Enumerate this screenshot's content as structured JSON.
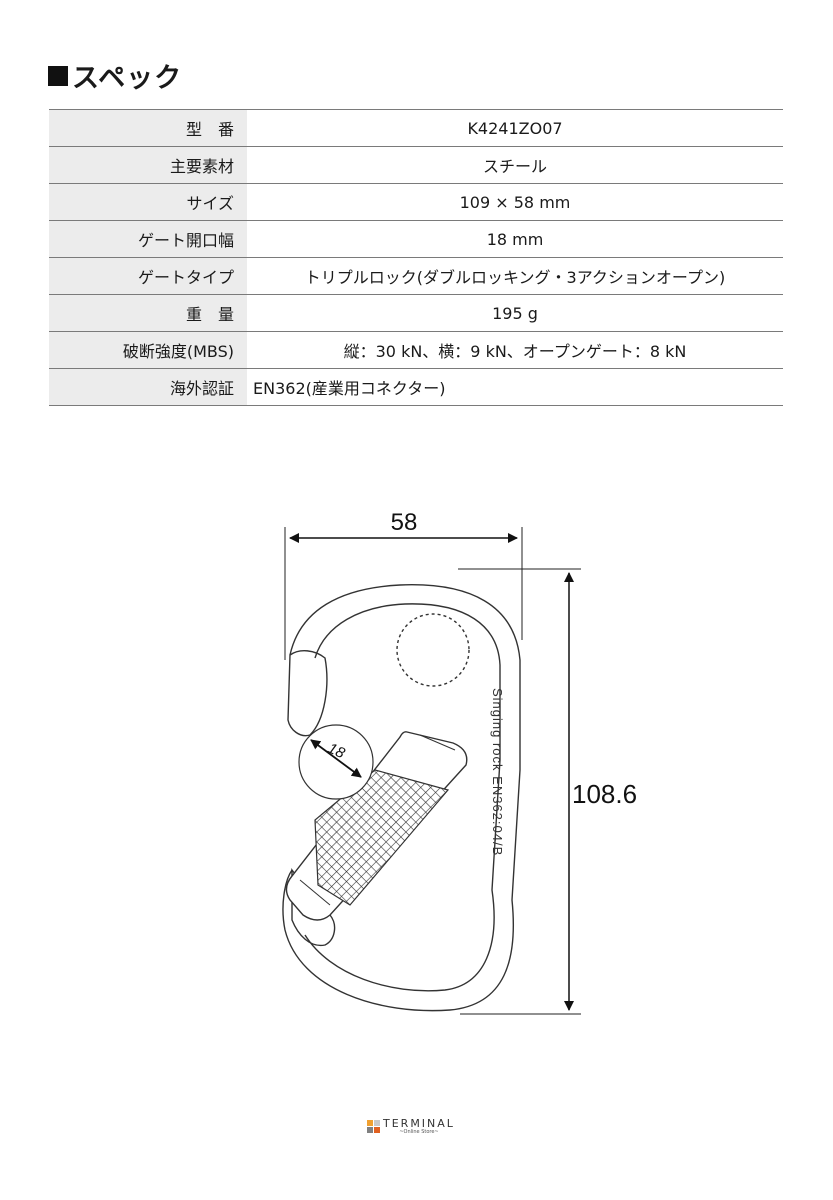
{
  "heading": "スペック",
  "specs": [
    {
      "label": "型　番",
      "value": "K4241ZO07"
    },
    {
      "label": "主要素材",
      "value": "スチール"
    },
    {
      "label": "サイズ",
      "value": "109 × 58 mm"
    },
    {
      "label": "ゲート開口幅",
      "value": "18 mm"
    },
    {
      "label": "ゲートタイプ",
      "value": "トリプルロック(ダブルロッキング・3アクションオープン)"
    },
    {
      "label": "重　量",
      "value": "195 g"
    },
    {
      "label": "破断強度(MBS)",
      "value": "縦：30 kN、横：9 kN、オープンゲート：8 kN"
    },
    {
      "label": "海外認証",
      "value": "EN362(産業用コネクター)"
    }
  ],
  "diagram": {
    "width_label": "58",
    "height_label": "108.6",
    "gate_label": "18",
    "engraving": "Singing rock EN362:04/B"
  },
  "footer": {
    "brand": "TERMINAL",
    "sub": "~Online Store~",
    "colors": [
      "#f0a030",
      "#c8c8c8",
      "#808080",
      "#e06020"
    ]
  }
}
